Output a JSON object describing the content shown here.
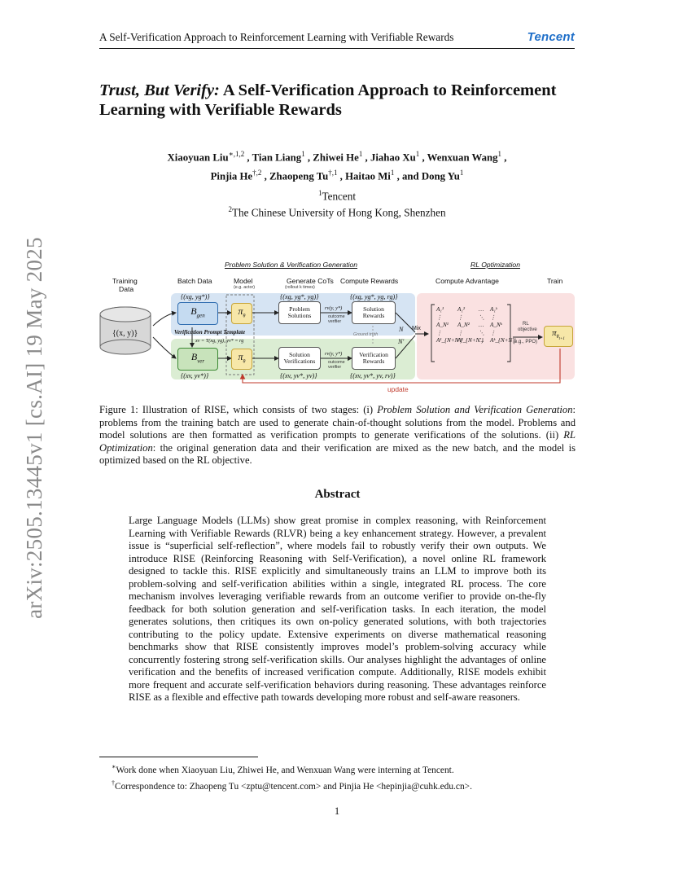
{
  "side_stamp": "arXiv:2505.13445v1  [cs.AI]  19 May 2025",
  "running_head": {
    "title": "A Self-Verification Approach to Reinforcement Learning with Verifiable Rewards",
    "logo": "Tencent"
  },
  "title": {
    "italic_part": "Trust, But Verify:",
    "rest": " A Self-Verification Approach to Reinforcement Learning with Verifiable Rewards"
  },
  "authors": {
    "line1": [
      {
        "name": "Xiaoyuan Liu",
        "sup": "∗,1,2"
      },
      {
        "name": "Tian Liang",
        "sup": "1"
      },
      {
        "name": "Zhiwei He",
        "sup": "1"
      },
      {
        "name": "Jiahao Xu",
        "sup": "1"
      },
      {
        "name": "Wenxuan Wang",
        "sup": "1"
      }
    ],
    "line2": [
      {
        "name": "Pinjia He",
        "sup": "†,2"
      },
      {
        "name": "Zhaopeng Tu",
        "sup": "†,1"
      },
      {
        "name": "Haitao Mi",
        "sup": "1"
      },
      {
        "name": "Dong Yu",
        "sup": "1"
      }
    ],
    "conjunction": "and"
  },
  "affiliations": [
    {
      "sup": "1",
      "name": "Tencent"
    },
    {
      "sup": "2",
      "name": "The Chinese University of Hong Kong, Shenzhen"
    }
  ],
  "figure": {
    "stage1_title": "Problem Solution & Verification Generation",
    "stage2_title": "RL Optimization",
    "col_training_data": "Training",
    "col_training_data2": "Data",
    "col_batch": "Batch Data",
    "col_model": "Model",
    "col_model_note": "(e.g. actor)",
    "col_generate": "Generate CoTs",
    "col_generate_note": "(rollout k times)",
    "col_compute_rewards": "Compute Rewards",
    "col_compute_adv": "Compute Advantage",
    "col_train": "Train",
    "dataset": "{(x, y)}",
    "b_gen": "B",
    "b_gen_sub": "gen",
    "b_ver": "B",
    "b_ver_sub": "ver",
    "pi": "π",
    "pi_sub": "θ",
    "pi_next_sub": "θ",
    "pi_next_subsub": "t+1",
    "problem_solutions": [
      "Problem",
      "Solutions"
    ],
    "solution_rewards": [
      "Solution",
      "Rewards"
    ],
    "solution_verifications": [
      "Solution",
      "Verifications"
    ],
    "verification_rewards": [
      "Verification",
      "Rewards"
    ],
    "verifier_fn": "rv(y, y*)",
    "outcome_verifier": [
      "outcome",
      "verifier"
    ],
    "verif_prompt_template": "Verification Prompt Template",
    "verif_prompt_formula": "xv = T(xg, yg), yv* = rg",
    "ground_truth": "Ground truth",
    "set_batch_gen": "{(xg, yg*)}",
    "set_gen_cots": "{(xg, yg*, yg)}",
    "set_gen_rewards": "{(xg, yg*, yg, rg)}",
    "set_batch_ver": "{(xv, yv*)}",
    "set_ver_cots": "{(xv, yv*, yv)}",
    "set_ver_rewards": "{(xv, yv*, yv, rv)}",
    "n_label": "N",
    "n_prime_label": "N′",
    "mix": "Mix",
    "rl_objective": [
      "RL",
      "objective",
      "(e.g., PPO)"
    ],
    "update": "update",
    "matrix_rows": [
      [
        "A₁¹",
        "A₁²",
        "…",
        "A₁ᵏ"
      ],
      [
        "⋮",
        "⋮",
        "⋱",
        "⋮"
      ],
      [
        "A_N¹",
        "A_N²",
        "…",
        "A_Nᵏ"
      ],
      [
        "⋮",
        "⋮",
        "⋱",
        "⋮"
      ],
      [
        "A¹_{N+N′}",
        "A²_{N+N′}",
        "…",
        "Aᵏ_{N+N′}"
      ]
    ]
  },
  "caption": {
    "label": "Figure 1: Illustration of RISE, which consists of two stages: (i) ",
    "stage1_italic": "Problem Solution and Verification Generation",
    "part2": ": problems from the training batch are used to generate chain-of-thought solutions from the model. Problems and model solutions are then formatted as verification prompts to generate verifications of the solutions. (ii) ",
    "stage2_italic": "RL Optimization",
    "part3": ": the original generation data and their verification are mixed as the new batch, and the model is optimized based on the RL objective."
  },
  "abstract": {
    "heading": "Abstract",
    "text": "Large Language Models (LLMs) show great promise in complex reasoning, with Reinforcement Learning with Verifiable Rewards (RLVR) being a key enhancement strategy. However, a prevalent issue is “superficial self-reflection”, where models fail to robustly verify their own outputs. We introduce RISE (Reinforcing Reasoning with Self-Verification), a novel online RL framework designed to tackle this. RISE explicitly and simultaneously trains an LLM to improve both its problem-solving and self-verification abilities within a single, integrated RL process. The core mechanism involves leveraging verifiable rewards from an outcome verifier to provide on-the-fly feedback for both solution generation and self-verification tasks. In each iteration, the model generates solutions, then critiques its own on-policy generated solutions, with both trajectories contributing to the policy update. Extensive experiments on diverse mathematical reasoning benchmarks show that RISE consistently improves model’s problem-solving accuracy while concurrently fostering strong self-verification skills. Our analyses highlight the advantages of online verification and the benefits of increased verification compute. Additionally, RISE models exhibit more frequent and accurate self-verification behaviors during reasoning. These advantages reinforce RISE as a flexible and effective path towards developing more robust and self-aware reasoners."
  },
  "footnotes": [
    {
      "mark": "∗",
      "text": "Work done when Xiaoyuan Liu, Zhiwei He, and Wenxuan Wang were interning at Tencent."
    },
    {
      "mark": "†",
      "text": "Correspondence to: Zhaopeng Tu <zptu@tencent.com> and Pinjia He <hepinjia@cuhk.edu.cn>."
    }
  ],
  "page_number": "1",
  "colors": {
    "logo": "#1f6fc9",
    "blue_panel": "#d6e4f3",
    "green_panel": "#dbedd3",
    "pink_panel": "#fae1e1",
    "update_arrow": "#c0392b"
  }
}
